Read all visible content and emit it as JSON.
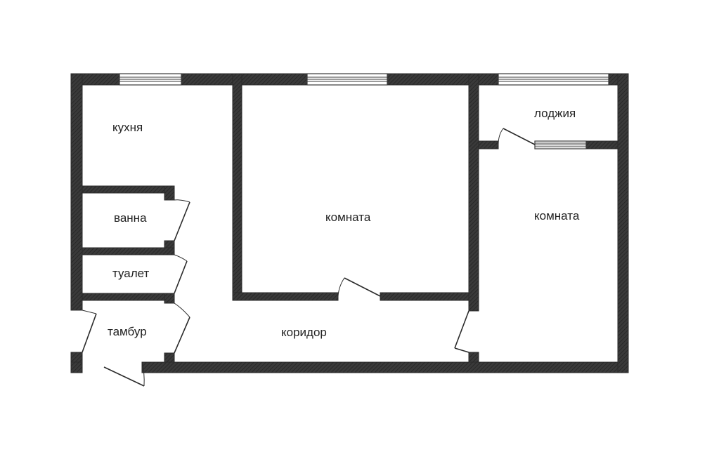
{
  "rooms": {
    "kitchen": "кухня",
    "bathroom": "ванна",
    "toilet": "туалет",
    "vestibule": "тамбур",
    "corridor": "коридор",
    "room_center": "комната",
    "room_right": "комната",
    "loggia": "лоджия"
  },
  "colors": {
    "wall": "#2f2f2f",
    "background": "#ffffff"
  }
}
